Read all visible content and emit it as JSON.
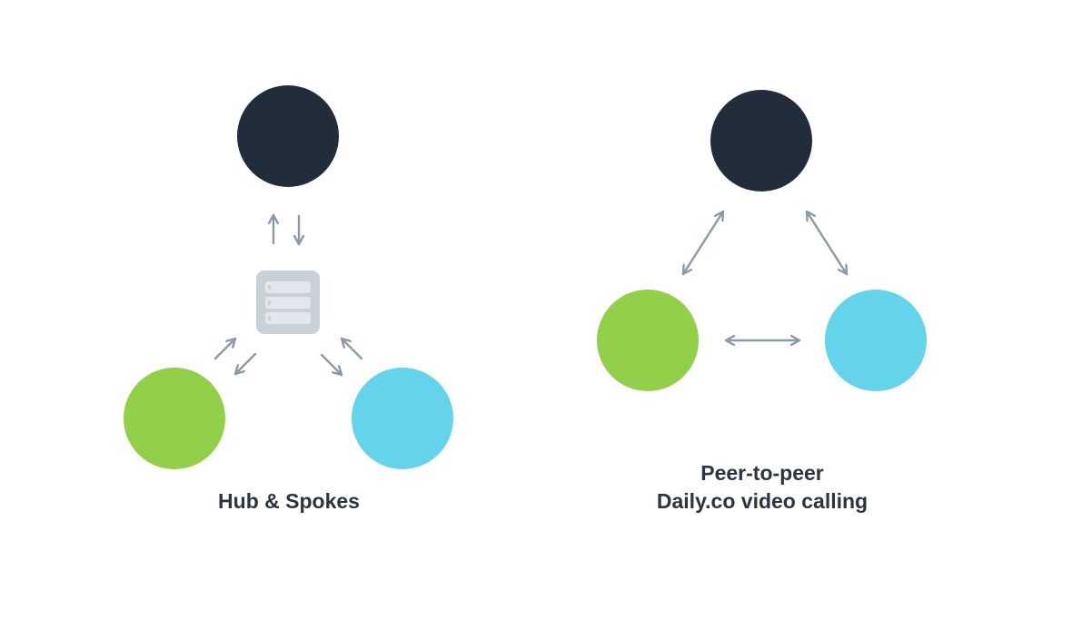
{
  "colors": {
    "dark_node": "#212D3B",
    "green_node": "#92D04A",
    "cyan_node": "#63D4E9",
    "arrow": "#8D99A8",
    "server": "#CAD0D8",
    "server_slot": "#E3E7EC",
    "text": "#2B3440"
  },
  "diagrams": {
    "hub": {
      "caption": "Hub & Spokes",
      "server_icon": "server-icon"
    },
    "p2p": {
      "caption_line1": "Peer-to-peer",
      "caption_line2": "Daily.co video calling"
    }
  }
}
